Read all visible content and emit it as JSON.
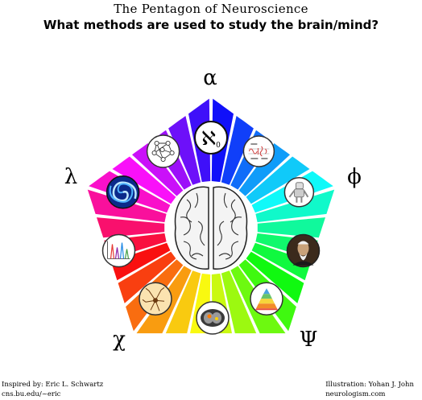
{
  "title": "The Pentagon of Neuroscience",
  "subtitle": "What methods are used to study the brain/mind?",
  "vertices": {
    "top": "α",
    "right": "ϕ",
    "bottom_right": "Ψ",
    "bottom_left": "χ",
    "left": "λ"
  },
  "aleph_symbol": "ℵ",
  "aleph_subscript": "0",
  "credits": {
    "left_line1": "Inspired by: Eric L. Schwartz",
    "left_line2": "cns.bu.edu/~eric",
    "right_line1": "Illustration: Yohan J. John",
    "right_line2": "neurologism.com"
  },
  "icons": [
    {
      "name": "aleph-icon"
    },
    {
      "name": "equations-icon"
    },
    {
      "name": "robot-icon"
    },
    {
      "name": "portrait-icon"
    },
    {
      "name": "pyramid-icon"
    },
    {
      "name": "brain-scan-icon"
    },
    {
      "name": "neuron-icon"
    },
    {
      "name": "spike-plot-icon"
    },
    {
      "name": "spiral-icon"
    },
    {
      "name": "network-graph-icon"
    }
  ]
}
